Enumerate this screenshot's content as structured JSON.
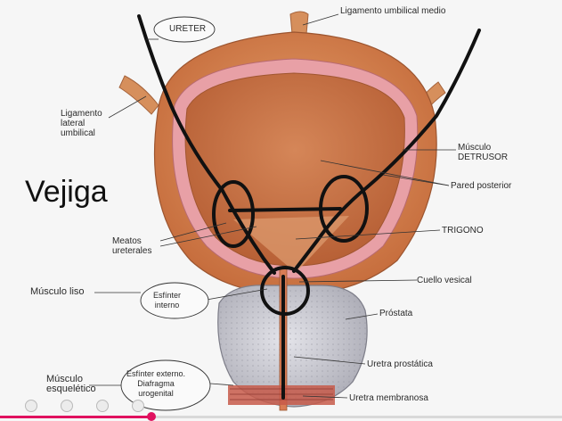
{
  "title": "Vejiga",
  "labels": {
    "ureter": "URETER",
    "ligamento_umbilical_medio": "Ligamento umbilical medio",
    "ligamento_lateral": "Ligamento\nlateral\numbilical",
    "musculo_detrusor": "Músculo\nDETRUSOR",
    "pared_posterior": "Pared posterior",
    "trigono": "TRIGONO",
    "meatos_ureterales": "Meatos\nureterales",
    "cuello_vesical": "Cuello vesical",
    "musculo_liso": "Músculo liso",
    "esfinter_interno": "Esfínter\ninterno",
    "prostata": "Próstata",
    "uretra_prostatica": "Uretra prostática",
    "musculo_esqueletico": "Músculo\nesquelético",
    "esfinter_externo": "Esfínter externo.\nDiafragma\nurogenital",
    "uretra_membranosa": "Uretra membranosa"
  },
  "colors": {
    "bladder_wall": "#d98a57",
    "bladder_inner": "#c9744a",
    "mucosa_band": "#e8a0a6",
    "prostate": "#c7c7cf",
    "ink": "#111111",
    "progress": "#e0115f"
  },
  "player": {
    "icons": [
      "subtitles-icon",
      "pen-icon",
      "more-icon",
      "settings-icon"
    ],
    "progress": 0.27
  }
}
